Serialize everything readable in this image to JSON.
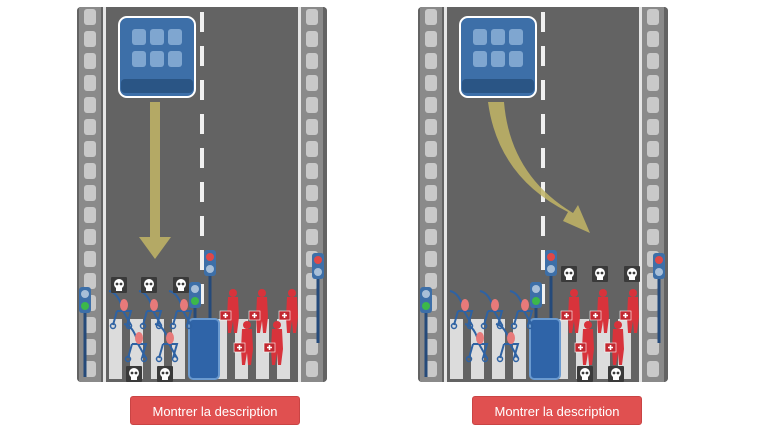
{
  "scenarios": [
    {
      "action": "stay-straight",
      "left_lane": {
        "characters": [
          "stroller",
          "stroller",
          "stroller",
          "stroller",
          "stroller"
        ],
        "outcome": "dead"
      },
      "right_lane": {
        "characters": [
          "doctor",
          "doctor",
          "doctor",
          "doctor",
          "doctor"
        ],
        "outcome": "alive"
      },
      "button_label": "Montrer la description"
    },
    {
      "action": "swerve",
      "left_lane": {
        "characters": [
          "stroller",
          "stroller",
          "stroller",
          "stroller",
          "stroller"
        ],
        "outcome": "alive"
      },
      "right_lane": {
        "characters": [
          "doctor",
          "doctor",
          "doctor",
          "doctor",
          "doctor"
        ],
        "outcome": "dead"
      },
      "button_label": "Montrer la description"
    }
  ],
  "colors": {
    "road": "#636363",
    "car": "#3d6fa8",
    "arrow": "#c2b565",
    "doctor": "#d8333b",
    "stroller": "#2e62a3",
    "button": "#e05050"
  },
  "icons": {
    "death": "skull-icon"
  }
}
